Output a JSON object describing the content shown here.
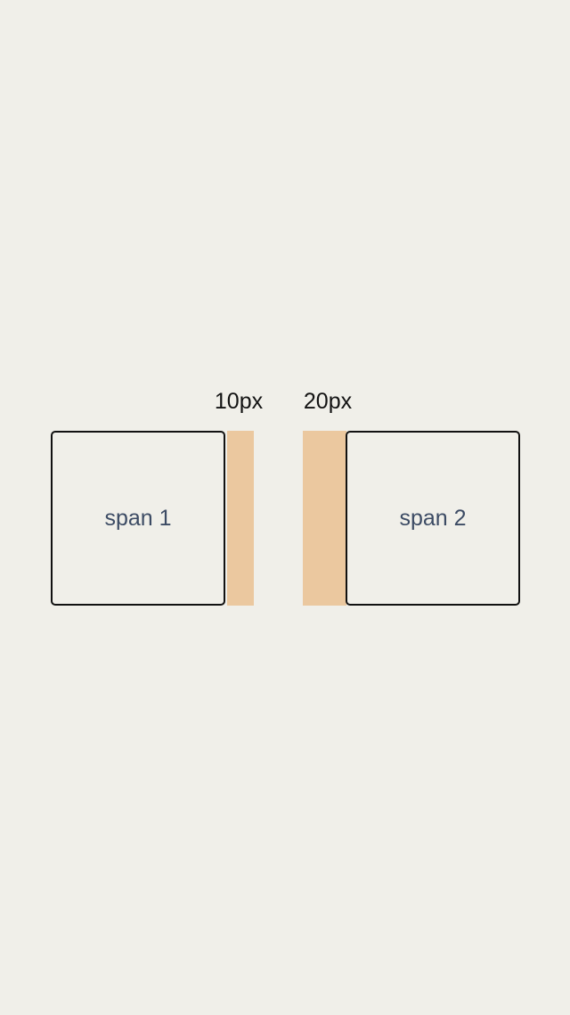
{
  "diagram": {
    "margin_labels": [
      {
        "text": "10px"
      },
      {
        "text": "20px"
      }
    ],
    "boxes": [
      {
        "label": "span 1"
      },
      {
        "label": "span 2"
      }
    ],
    "colors": {
      "canvas_bg": "#f0efe9",
      "margin_fill": "#ebc89f",
      "box_border": "#111111",
      "box_label_text": "#3c4b64",
      "margin_label_text": "#131313"
    }
  }
}
